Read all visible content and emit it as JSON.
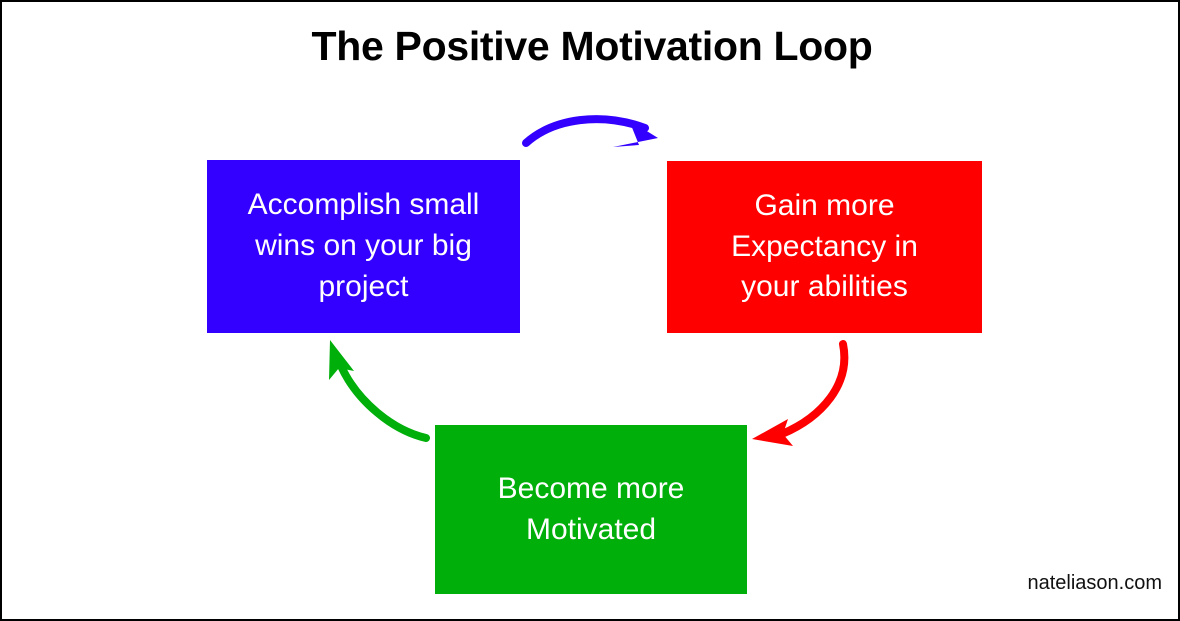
{
  "diagram": {
    "title": "The Positive Motivation Loop",
    "type": "cycle-loop",
    "background_color": "#FFFFFF",
    "border_color": "#000000",
    "nodes": [
      {
        "id": "accomplish",
        "label": "Accomplish small\nwins on your big\nproject",
        "color": "#3300FF",
        "text_color": "#FFFFFF"
      },
      {
        "id": "expectancy",
        "label": "Gain more\nExpectancy in\nyour abilities",
        "color": "#FF0000",
        "text_color": "#FFFFFF"
      },
      {
        "id": "motivated",
        "label": "Become more\nMotivated",
        "color": "#00AF0A",
        "text_color": "#FFFFFF"
      }
    ],
    "edges": [
      {
        "id": "accomplish-to-expectancy",
        "from": "accomplish",
        "to": "expectancy",
        "color": "#3300FF"
      },
      {
        "id": "expectancy-to-motivated",
        "from": "expectancy",
        "to": "motivated",
        "color": "#FF0000"
      },
      {
        "id": "motivated-to-accomplish",
        "from": "motivated",
        "to": "accomplish",
        "color": "#00AF0A"
      }
    ]
  },
  "footer": {
    "attribution": "nateliason.com"
  }
}
